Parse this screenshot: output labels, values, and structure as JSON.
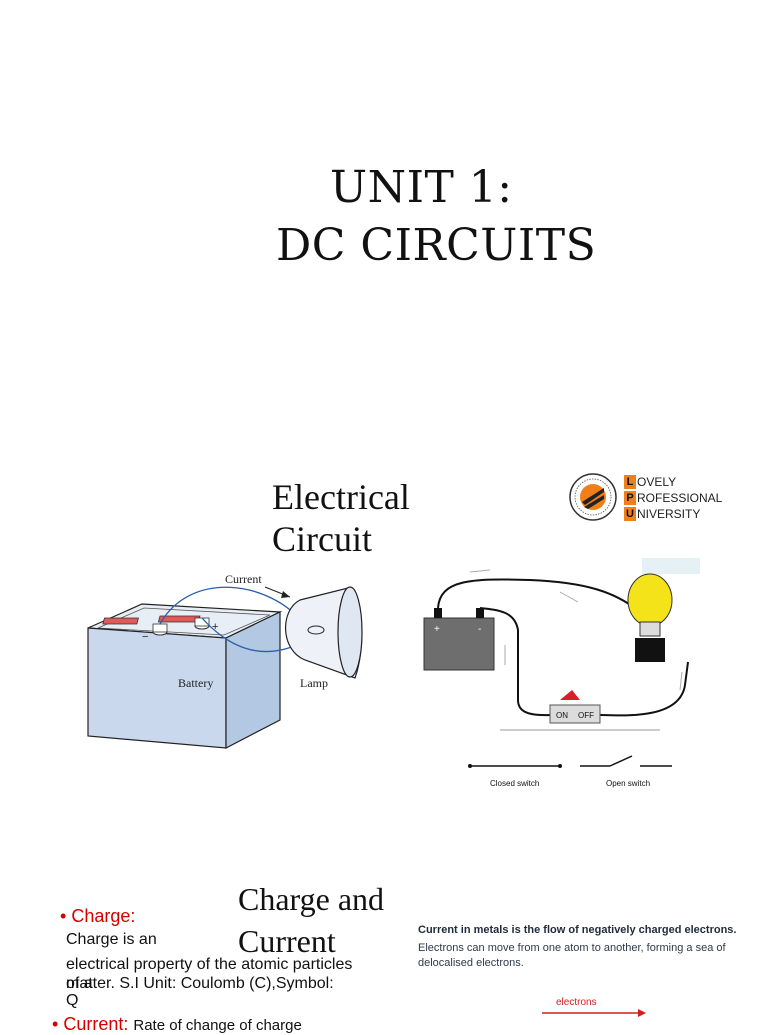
{
  "slide1": {
    "title_line1": "UNIT 1:",
    "title_line2": "DC CIRCUITS"
  },
  "slide2": {
    "title": "Electrical Circuit",
    "logo": {
      "rows": [
        {
          "letter": "L",
          "rest": "OVELY"
        },
        {
          "letter": "P",
          "rest": "ROFESSIONAL"
        },
        {
          "letter": "U",
          "rest": "NIVERSITY"
        }
      ],
      "brand_color": "#f07f1a"
    },
    "battery_diagram": {
      "current_label": "Current",
      "battery_label": "Battery",
      "lamp_label": "Lamp"
    },
    "circuit_diagram": {
      "on_label": "ON",
      "off_label": "OFF",
      "closed_switch_label": "Closed switch",
      "open_switch_label": "Open switch",
      "plus": "+",
      "minus": "-"
    }
  },
  "slide3": {
    "title": "Charge and Current",
    "charge_heading": "Charge:",
    "charge_line1": "Charge is an",
    "charge_line2": "electrical property of the atomic particles of a",
    "charge_line3": "matter. S.I Unit: Coulomb (C),Symbol:",
    "charge_line4": "Q",
    "current_heading": "Current:",
    "current_text": "Rate of change of charge",
    "metals_title": "Current in metals is the flow of negatively charged electrons.",
    "metals_desc": "Electrons can move from one atom to another, forming a sea of delocalised electrons.",
    "electrons_label": "electrons",
    "accent_color": "#d30000"
  }
}
